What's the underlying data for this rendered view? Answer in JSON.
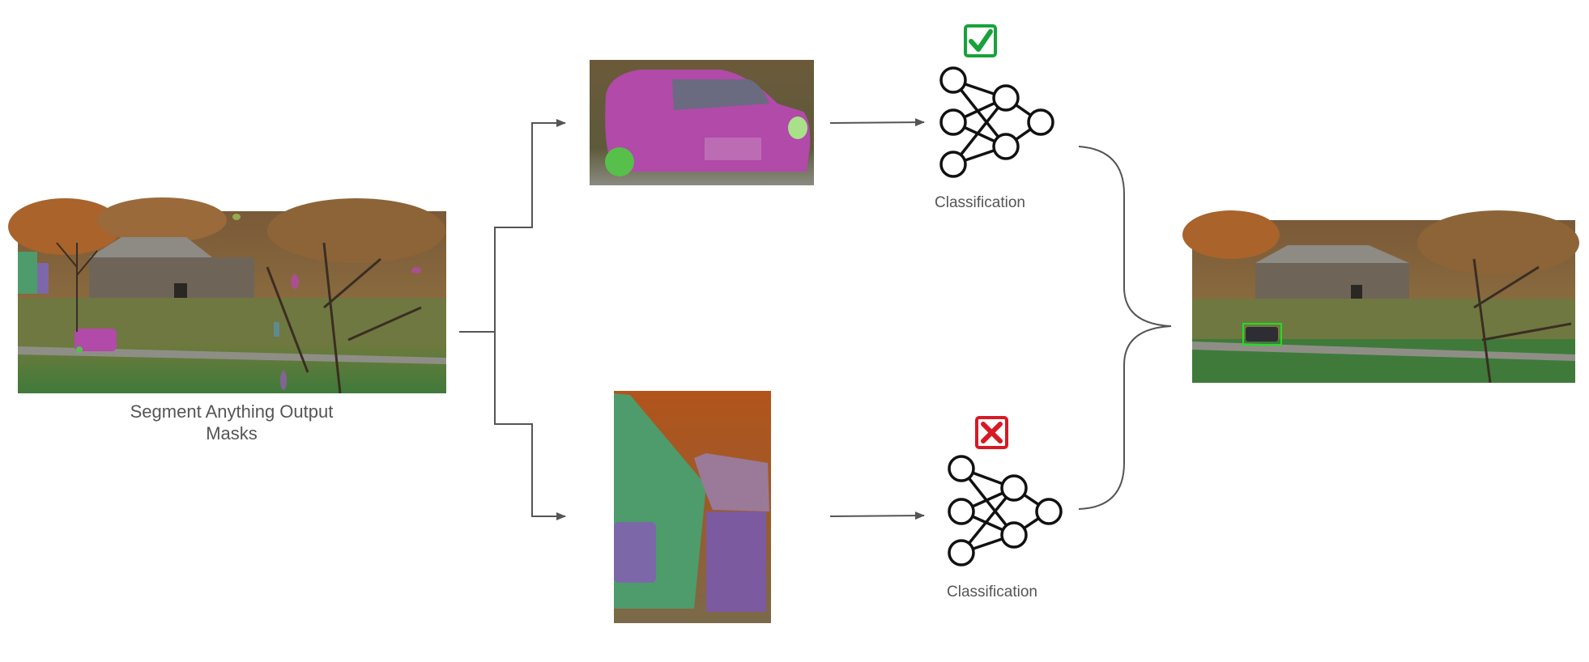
{
  "labels": {
    "input": "Segment Anything Output Masks",
    "classification_top": "Classification",
    "classification_bottom": "Classification"
  },
  "icons": {
    "accept": "check-icon",
    "reject": "cross-icon",
    "network": "neural-network-icon"
  },
  "colors": {
    "accept": "#17a23a",
    "reject": "#d61a25",
    "arrow": "#555555",
    "car_mask": "#b14aa8",
    "house_mask": "#4e9b6b",
    "detection_box": "#22dd22"
  }
}
